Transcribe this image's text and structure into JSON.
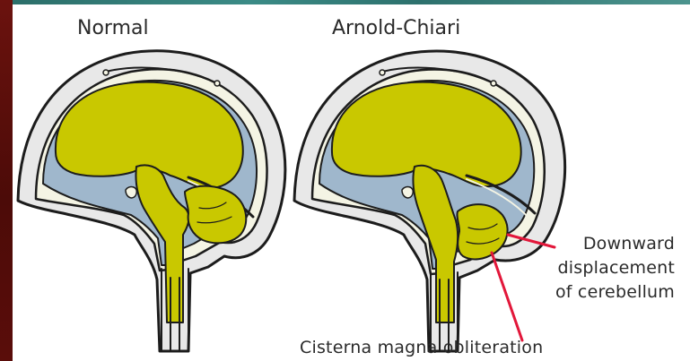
{
  "titles": {
    "normal": "Normal",
    "arnold_chiari": "Arnold-Chiari"
  },
  "annotations": {
    "downward_line1": "Downward",
    "downward_line2": "displacement",
    "downward_line3": "of cerebellum",
    "cisterna": "Cisterna magna obliteration"
  },
  "colors": {
    "brain_fill": "#c9c800",
    "csf_fill": "#9fb7cc",
    "skull_fill": "#f4f4e4",
    "scalp_fill": "#e8e8e8",
    "outline": "#1c1c1c",
    "pointer_line": "#e2173a",
    "slide_border": "#5a0d0a"
  }
}
